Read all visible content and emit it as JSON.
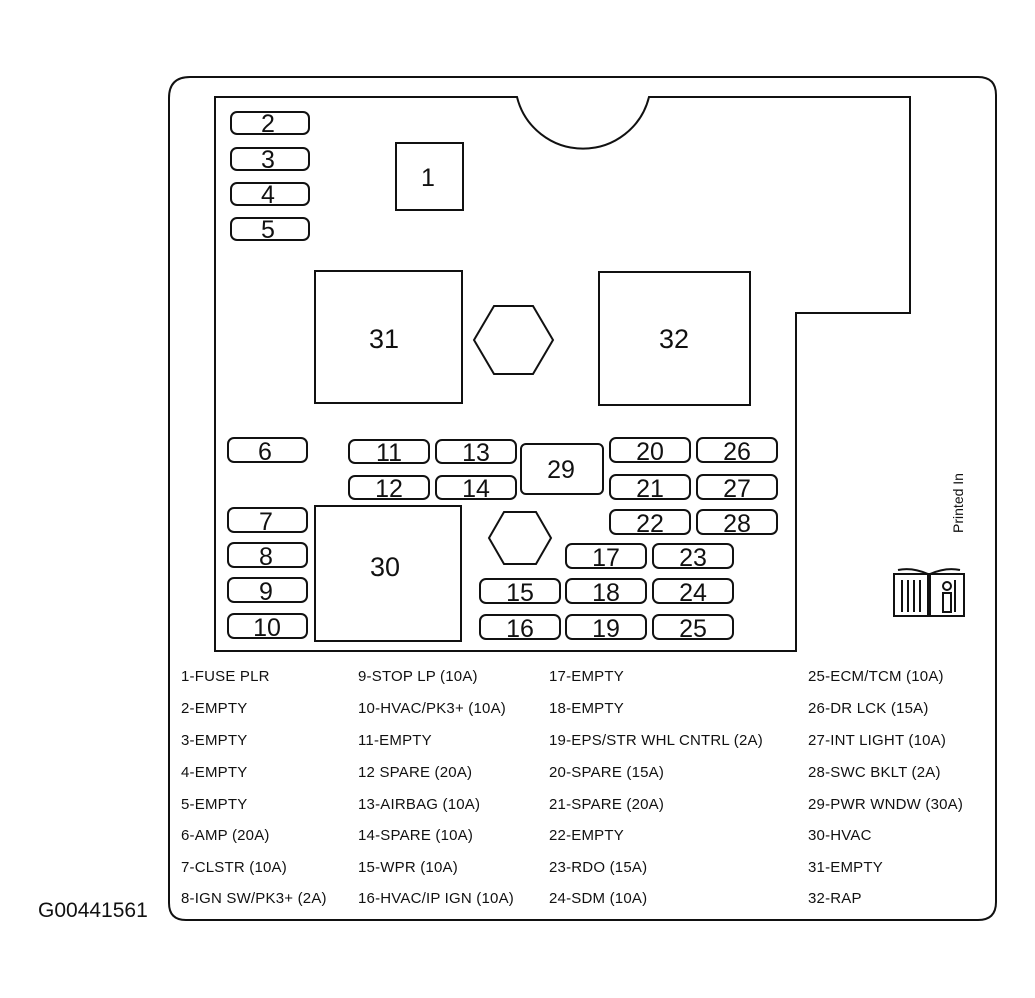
{
  "figure_id": "G00441561",
  "printed_in_text": "Printed In",
  "info_icon": "owner-manual-info-icon",
  "slots": {
    "s1": "1",
    "s2": "2",
    "s3": "3",
    "s4": "4",
    "s5": "5",
    "s6": "6",
    "s7": "7",
    "s8": "8",
    "s9": "9",
    "s10": "10",
    "s11": "11",
    "s12": "12",
    "s13": "13",
    "s14": "14",
    "s15": "15",
    "s16": "16",
    "s17": "17",
    "s18": "18",
    "s19": "19",
    "s20": "20",
    "s21": "21",
    "s22": "22",
    "s23": "23",
    "s24": "24",
    "s25": "25",
    "s26": "26",
    "s27": "27",
    "s28": "28",
    "s29": "29",
    "s30": "30",
    "s31": "31",
    "s32": "32"
  },
  "legend": [
    "1-FUSE PLR",
    "2-EMPTY",
    "3-EMPTY",
    "4-EMPTY",
    "5-EMPTY",
    "6-AMP (20A)",
    "7-CLSTR (10A)",
    "8-IGN SW/PK3+ (2A)",
    "9-STOP LP (10A)",
    "10-HVAC/PK3+ (10A)",
    "11-EMPTY",
    "12 SPARE (20A)",
    "13-AIRBAG (10A)",
    "14-SPARE (10A)",
    "15-WPR (10A)",
    "16-HVAC/IP IGN (10A)",
    "17-EMPTY",
    "18-EMPTY",
    "19-EPS/STR WHL CNTRL (2A)",
    "20-SPARE (15A)",
    "21-SPARE (20A)",
    "22-EMPTY",
    "23-RDO (15A)",
    "24-SDM (10A)",
    "25-ECM/TCM (10A)",
    "26-DR LCK (15A)",
    "27-INT LIGHT (10A)",
    "28-SWC BKLT (2A)",
    "29-PWR WNDW (30A)",
    "30-HVAC",
    "31-EMPTY",
    "32-RAP"
  ]
}
